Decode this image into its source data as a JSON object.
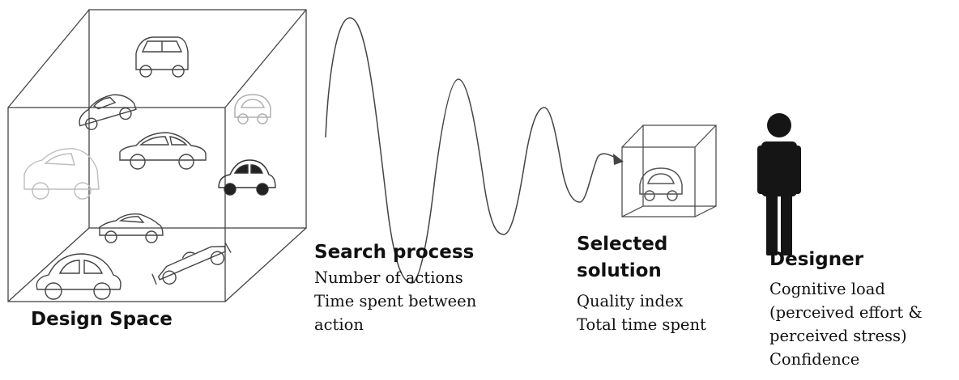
{
  "design_space": {
    "title": "Design Space"
  },
  "search_process": {
    "title": "Search process",
    "lines": [
      "Number of actions",
      "Time spent between",
      "action"
    ]
  },
  "selected_solution": {
    "title_lines": [
      "Selected",
      "solution"
    ],
    "lines": [
      "Quality index",
      "Total time spent"
    ]
  },
  "designer": {
    "title": "Designer",
    "lines": [
      "Cognitive load",
      "(perceived effort &",
      "perceived stress)",
      "Confidence"
    ]
  },
  "colors": {
    "ink": "#111111",
    "line": "#555555",
    "faded": "#b5b5b5",
    "figure": "#151515"
  }
}
